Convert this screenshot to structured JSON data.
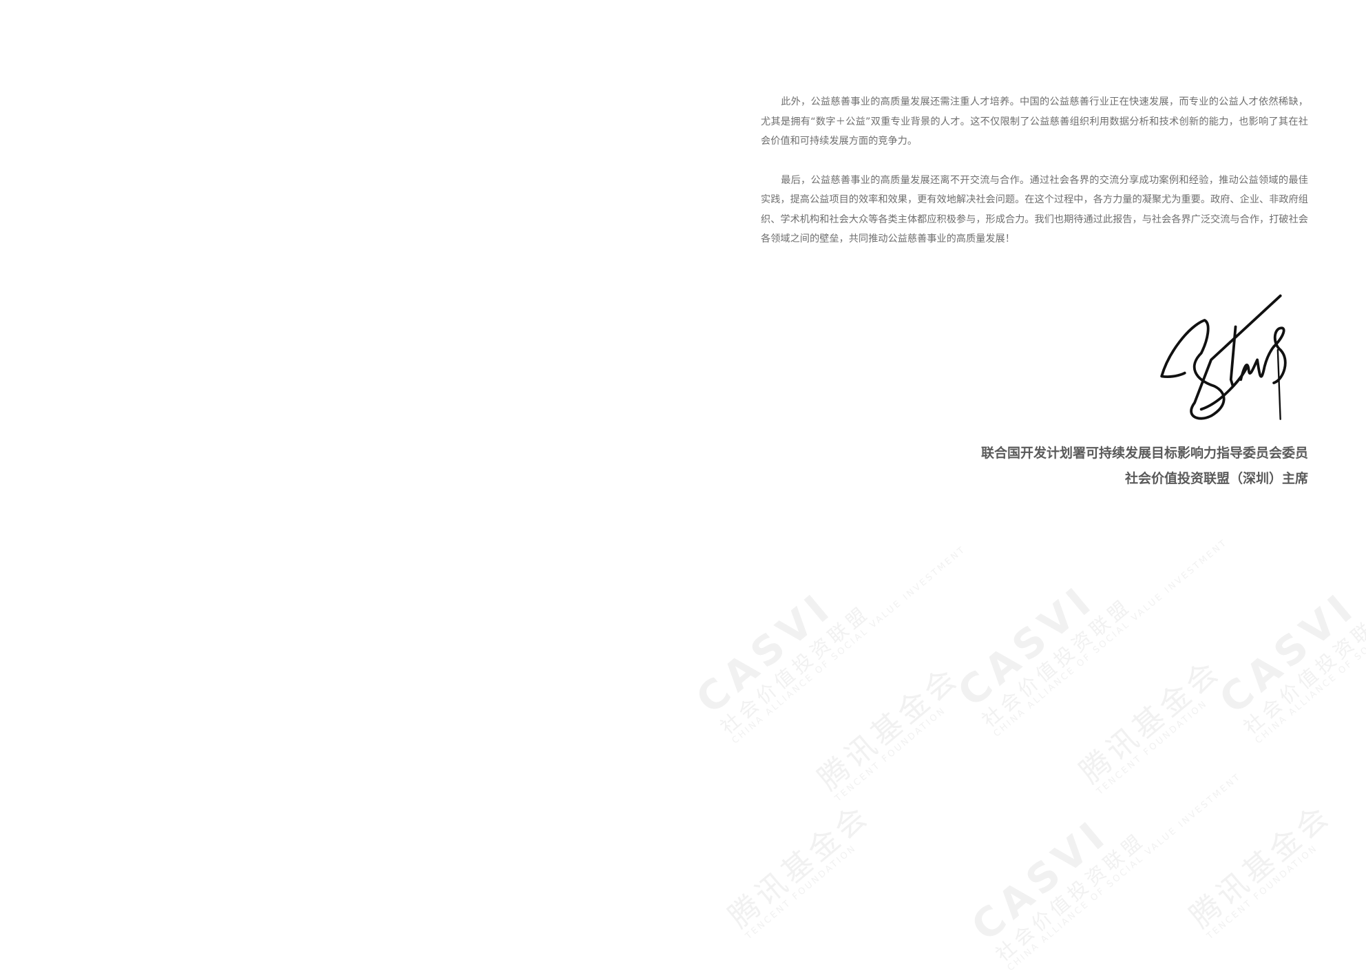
{
  "document": {
    "paragraphs": [
      "此外，公益慈善事业的高质量发展还需注重人才培养。中国的公益慈善行业正在快速发展，而专业的公益人才依然稀缺，尤其是拥有“数字＋公益”双重专业背景的人才。这不仅限制了公益慈善组织利用数据分析和技术创新的能力，也影响了其在社会价值和可持续发展方面的竞争力。",
      "最后，公益慈善事业的高质量发展还离不开交流与合作。通过社会各界的交流分享成功案例和经验，推动公益领域的最佳实践，提高公益项目的效率和效果，更有效地解决社会问题。在这个过程中，各方力量的凝聚尤为重要。政府、企业、非政府组织、学术机构和社会大众等各类主体都应积极参与，形成合力。我们也期待通过此报告，与社会各界广泛交流与合作，打破社会各领域之间的壁垒，共同推动公益慈善事业的高质量发展！"
    ],
    "signature": "handwritten-signature",
    "signer_titles": [
      "联合国开发计划署可持续发展目标影响力指导委员会委员",
      "社会价值投资联盟（深圳）主席"
    ]
  },
  "watermarks": {
    "tencent": {
      "cn": "腾讯基金会",
      "en": "TENCENT FOUNDATION"
    },
    "casvi": {
      "logo": "CASVI",
      "cn": "社会价值投资联盟",
      "en": "CHINA ALLIANCE OF SOCIAL VALUE INVESTMENT"
    }
  },
  "colors": {
    "body_text": "#6f6f6f",
    "title_text": "#5a5a5a",
    "watermark": "#f1f1f1"
  }
}
